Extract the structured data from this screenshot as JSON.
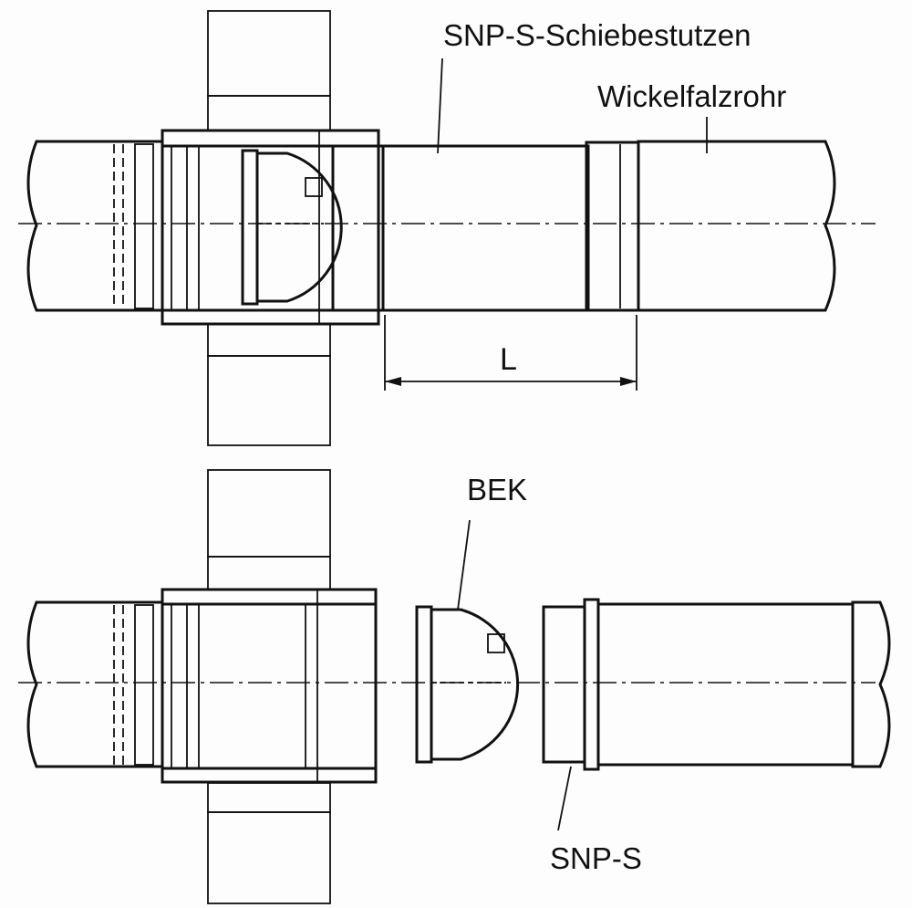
{
  "labels": {
    "schiebestutzen": "SNP-S-Schiebestutzen",
    "wickelfalzrohr": "Wickelfalzrohr",
    "dimension": "L",
    "bek": "BEK",
    "snp_s": "SNP-S"
  },
  "colors": {
    "ink": "#111111",
    "paper": "#fdfdfd"
  }
}
